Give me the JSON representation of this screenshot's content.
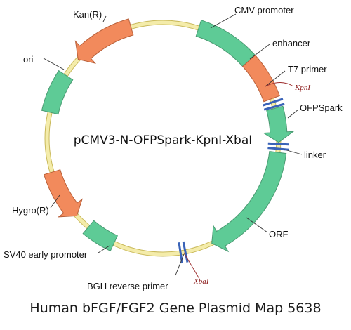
{
  "plasmid": {
    "name": "pCMV3-N-OFPSpark-KpnI-XbaI"
  },
  "features": [
    {
      "id": "cmv-promoter",
      "label": "CMV promoter",
      "type": "block",
      "color": "#5ecb96"
    },
    {
      "id": "enhancer",
      "label": "enhancer",
      "type": "block",
      "color": "#f28a5c"
    },
    {
      "id": "t7-primer",
      "label": "T7 primer",
      "type": "primer",
      "color": "#3a63b8"
    },
    {
      "id": "ofpspark",
      "label": "OFPSpark",
      "type": "arrow-cw",
      "color": "#5ecb96"
    },
    {
      "id": "linker",
      "label": "linker",
      "type": "primer",
      "color": "#3a63b8"
    },
    {
      "id": "orf",
      "label": "ORF",
      "type": "arrow-cw",
      "color": "#5ecb96"
    },
    {
      "id": "bgh-reverse-primer",
      "label": "BGH reverse primer",
      "type": "primer",
      "color": "#3a63b8"
    },
    {
      "id": "sv40-early-promoter",
      "label": "SV40 early promoter",
      "type": "block",
      "color": "#5ecb96"
    },
    {
      "id": "hygro-r",
      "label": "Hygro(R)",
      "type": "arrow-ccw",
      "color": "#f28a5c"
    },
    {
      "id": "ori",
      "label": "ori",
      "type": "block",
      "color": "#5ecb96"
    },
    {
      "id": "kan-r",
      "label": "Kan(R)",
      "type": "arrow-ccw",
      "color": "#f28a5c"
    }
  ],
  "sites": [
    {
      "id": "kpni",
      "label": "KpnI"
    },
    {
      "id": "xbai",
      "label": "XbaI"
    }
  ],
  "backbone_color": "#f4ecaa",
  "caption": "Human bFGF/FGF2 Gene Plasmid Map 5638"
}
